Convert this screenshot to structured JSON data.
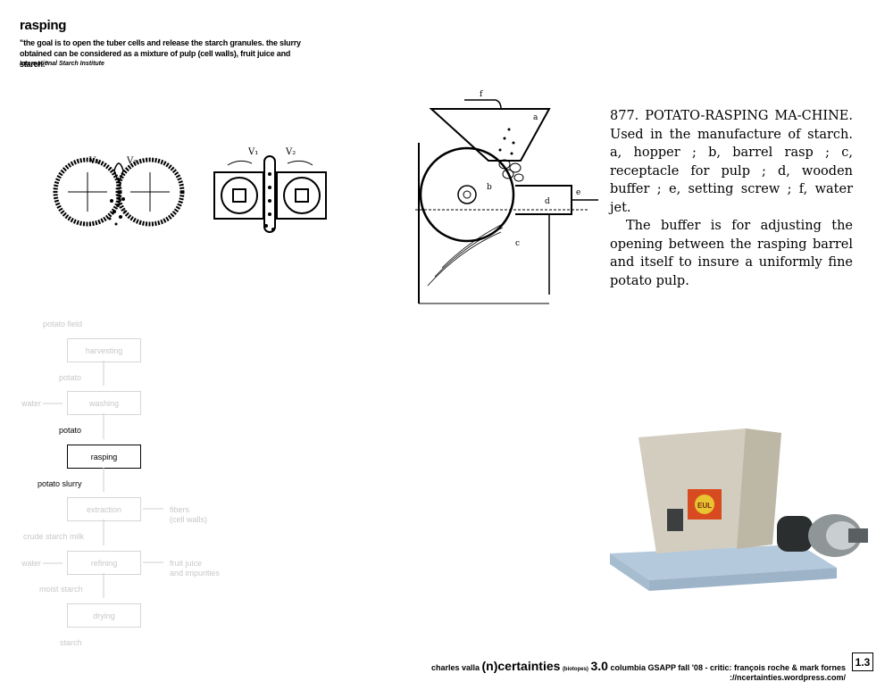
{
  "header": {
    "title": "rasping",
    "quote": "\"the goal is to open the tuber cells and release the starch granules.  the slurry obtained can be considered as a mixture of pulp (cell walls), fruit juice and starch.\"",
    "source": "International Starch Institute"
  },
  "drawing_left": {
    "labels": [
      "V₁",
      "V₂",
      "V₁",
      "V₂"
    ]
  },
  "flowchart": {
    "items": [
      {
        "type": "label",
        "text": "potato field"
      },
      {
        "type": "box",
        "text": "harvesting"
      },
      {
        "type": "label",
        "text": "potato"
      },
      {
        "type": "box",
        "text": "washing"
      },
      {
        "type": "label",
        "text": "potato",
        "active": true
      },
      {
        "type": "box",
        "text": "rasping",
        "active": true
      },
      {
        "type": "label",
        "text": "potato slurry",
        "active": true
      },
      {
        "type": "box",
        "text": "extraction"
      },
      {
        "type": "label",
        "text": "crude starch milk"
      },
      {
        "type": "box",
        "text": "refining"
      },
      {
        "type": "label",
        "text": "moist starch"
      },
      {
        "type": "box",
        "text": "drying"
      },
      {
        "type": "label",
        "text": "starch"
      }
    ],
    "inputs": [
      {
        "text": "water",
        "to": "washing"
      },
      {
        "text": "water",
        "to": "refining"
      }
    ],
    "outputs": [
      {
        "text": "fibers\n(cell walls)",
        "from": "extraction"
      },
      {
        "text": "fruit juice\nand impurities",
        "from": "refining"
      }
    ]
  },
  "machine_drawing": {
    "labels": {
      "f": "f",
      "a": "a",
      "b": "b",
      "c": "c",
      "d": "d",
      "e": "e"
    }
  },
  "dictionary_entry": {
    "heading": "877. POTATO-RASPING MACHINE.",
    "paragraph1": "877. POTATO-RASPING MA-CHINE.  Used in the manufacture of starch.  a, hopper ; b, barrel rasp ; c, receptacle for pulp ; d, wooden buffer ; e, setting screw ; f, water jet.",
    "paragraph2": "The buffer is for adjusting the opening between the rasping barrel and itself to insure a uniformly fine potato pulp."
  },
  "photo": {
    "badge_text": "EUL"
  },
  "footer": {
    "author": "charles valla",
    "project": "(n)certainties",
    "tag": "(biotopes)",
    "version": "3.0",
    "course": "columbia GSAPP fall '08 - critic: françois roche & mark fornes",
    "url": "://ncertainties.wordpress.com/",
    "page": "1.3"
  },
  "colors": {
    "faded": "#c8c8c8",
    "ink": "#000000"
  }
}
